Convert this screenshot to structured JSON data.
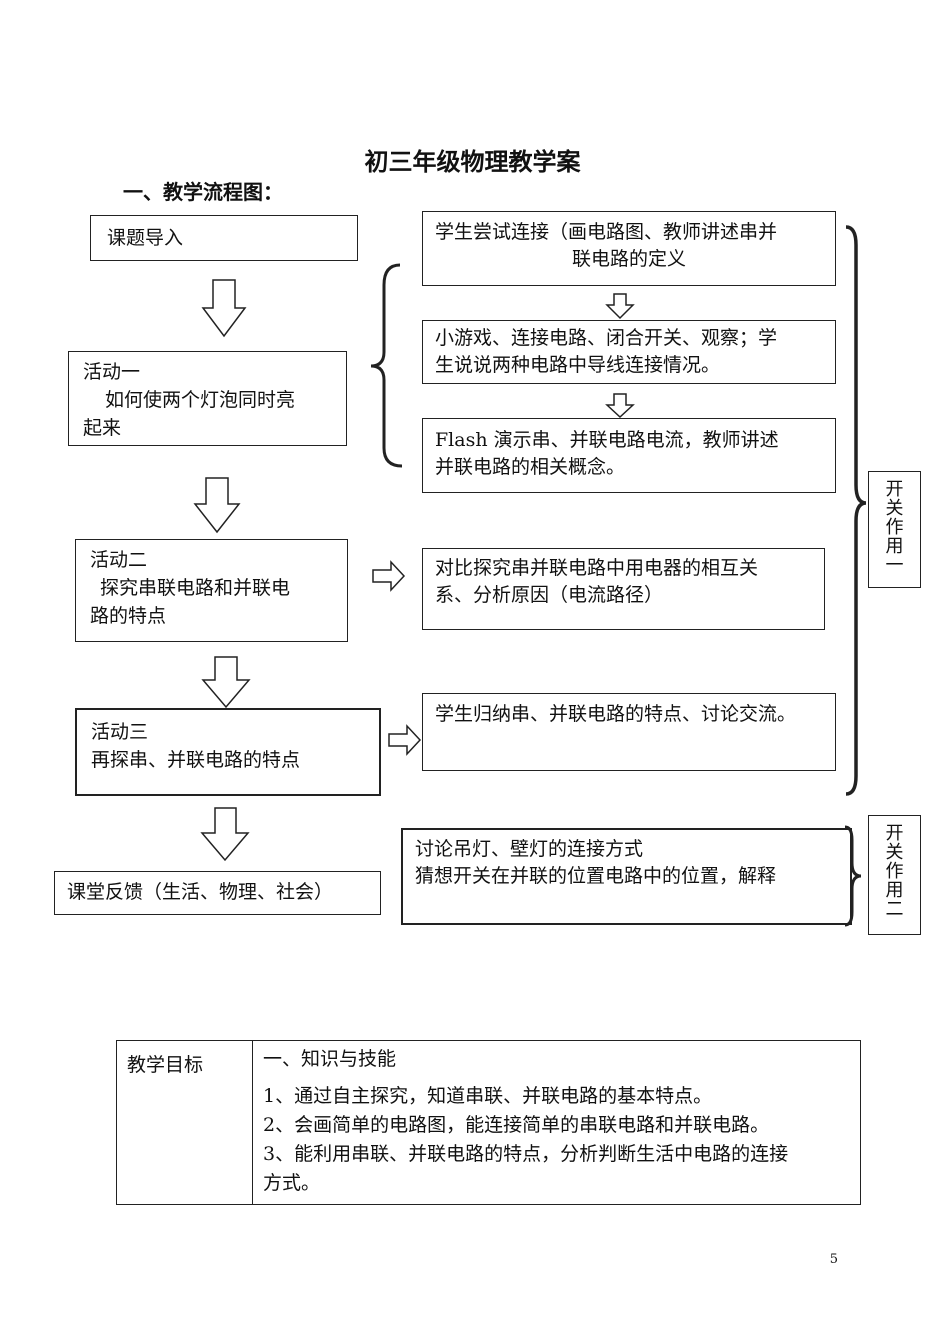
{
  "page": {
    "title": "初三年级物理教学案",
    "section_heading": "一、教学流程图：",
    "page_number": "5"
  },
  "flow_left": [
    {
      "lines": [
        "课题导入"
      ]
    },
    {
      "lines": [
        "活动一",
        "如何使两个灯泡同时亮",
        "起来"
      ]
    },
    {
      "lines": [
        "活动二",
        "探究串联电路和并联电",
        "路的特点"
      ]
    },
    {
      "lines": [
        "活动三",
        "再探串、并联电路的特点"
      ]
    },
    {
      "lines": [
        "课堂反馈（生活、物理、社会）"
      ]
    }
  ],
  "flow_right": [
    {
      "lines": [
        "学生尝试连接（画电路图、教师讲述串并",
        "联电路的定义"
      ]
    },
    {
      "lines": [
        "小游戏、连接电路、闭合开关、观察；学",
        "生说说两种电路中导线连接情况。"
      ]
    },
    {
      "lines": [
        "Flash  演示串、并联电路电流，教师讲述",
        "并联电路的相关概念。"
      ]
    },
    {
      "lines": [
        "对比探究串并联电路中用电器的相互关",
        "系、分析原因（电流路径）"
      ]
    },
    {
      "lines": [
        "学生归纳串、并联电路的特点、讨论交流。"
      ]
    },
    {
      "lines": [
        "讨论吊灯、壁灯的连接方式",
        "猜想开关在并联的位置电路中的位置，解释"
      ]
    }
  ],
  "side_labels": [
    {
      "chars": [
        "开",
        "关",
        "作",
        "用",
        "一"
      ]
    },
    {
      "chars": [
        "开",
        "关",
        "作",
        "用",
        "二"
      ]
    }
  ],
  "objectives": {
    "label": "教学目标",
    "heading": "一、知识与技能",
    "items": [
      "1、通过自主探究，知道串联、并联电路的基本特点。",
      "2、会画简单的电路图，能连接简单的串联电路和并联电路。",
      "3、能利用串联、并联电路的特点，分析判断生活中电路的连接",
      "方式。"
    ]
  }
}
